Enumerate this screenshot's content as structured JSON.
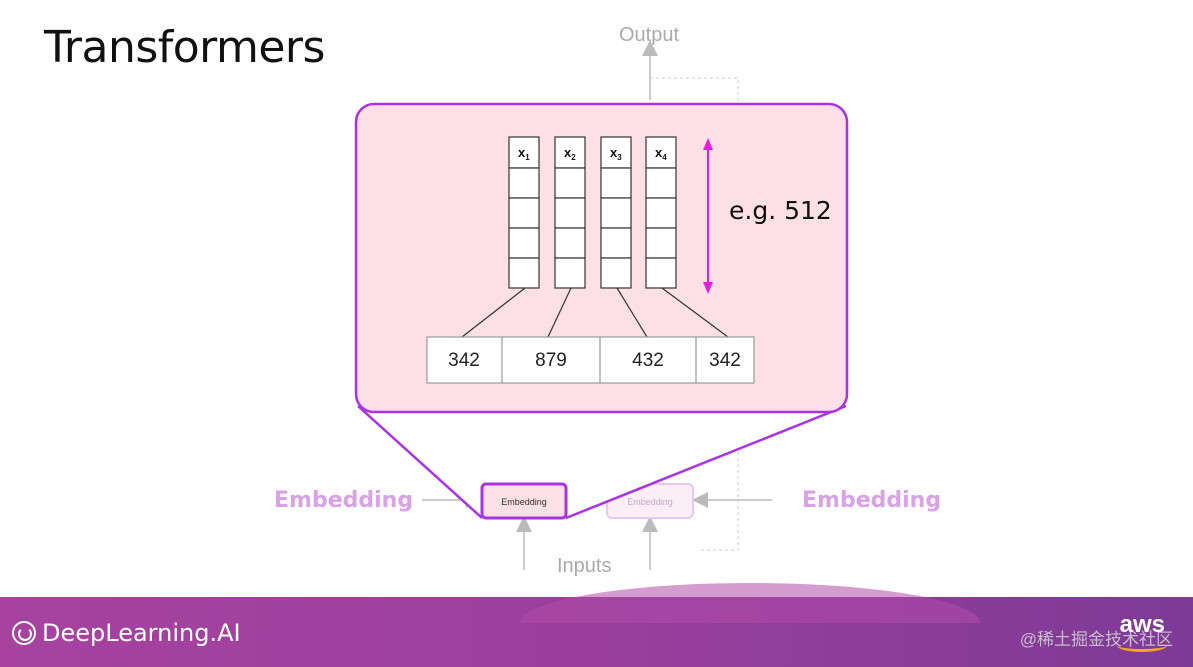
{
  "slide": {
    "title": "Transformers",
    "output_label": "Output",
    "inputs_label": "Inputs",
    "embedding_left": "Embedding",
    "embedding_right": "Embedding",
    "embedding_box_main": "Embedding",
    "embedding_box_faint": "Embedding",
    "dimension_label": "e.g. 512"
  },
  "vectors": [
    {
      "label": "x",
      "sub": "1"
    },
    {
      "label": "x",
      "sub": "2"
    },
    {
      "label": "x",
      "sub": "3"
    },
    {
      "label": "x",
      "sub": "4"
    }
  ],
  "token_ids": [
    "342",
    "879",
    "432",
    "342"
  ],
  "footer": {
    "brand": "DeepLearning.AI",
    "aws": "aws",
    "watermark": "@稀土掘金技术社区"
  },
  "colors": {
    "accent": "#a933e0",
    "zoom_fill": "#fde0e7",
    "arrow": "#e31fe0",
    "footer": "#9a3f9e"
  }
}
